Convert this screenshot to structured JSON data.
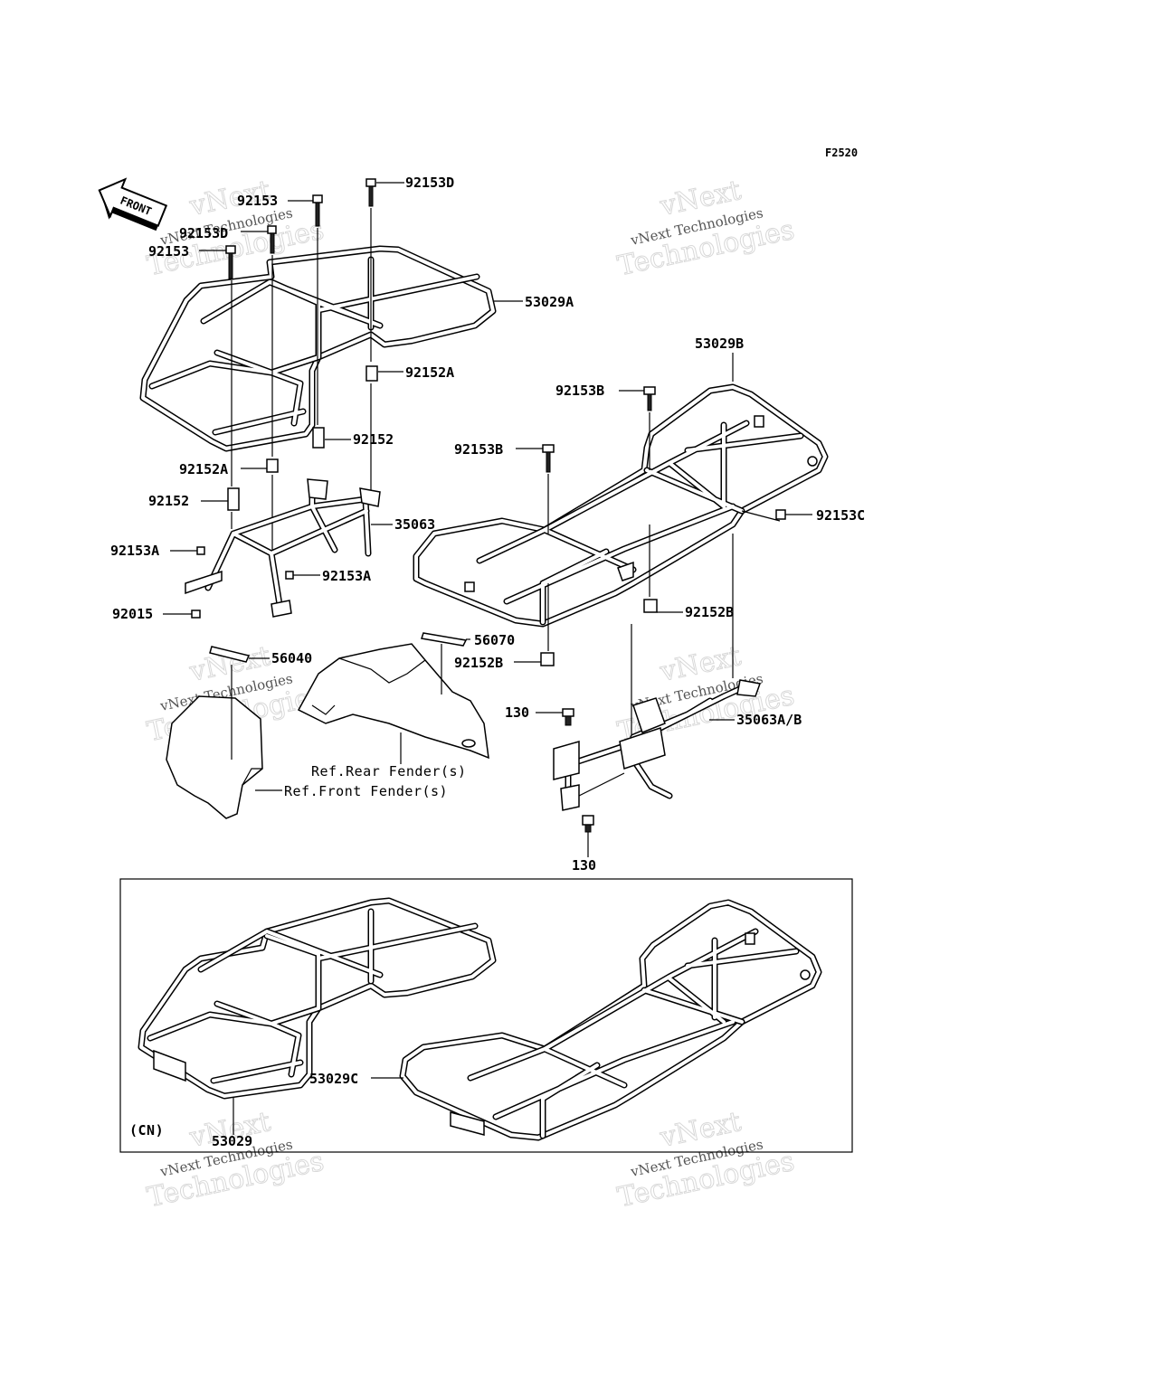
{
  "figure_code": "F2520",
  "front_label": "FRONT",
  "watermark": {
    "line1": "vNext",
    "line2": "vNext Technologies",
    "line3": "Technologies"
  },
  "parts": {
    "p92153D_top": "92153D",
    "p92153_a": "92153",
    "p92153D_b": "92153D",
    "p92153_c": "92153",
    "p53029A": "53029A",
    "p92152A_top": "92152A",
    "p92152_mid": "92152",
    "p92152A_left": "92152A",
    "p92152_left": "92152",
    "p35063": "35063",
    "p92153A_left": "92153A",
    "p92153A_right": "92153A",
    "p92015": "92015",
    "p53029B": "53029B",
    "p92153B_top": "92153B",
    "p92153B_left": "92153B",
    "p92153C": "92153C",
    "p92152B_right": "92152B",
    "p92152B_left": "92152B",
    "p56070": "56070",
    "p56040": "56040",
    "p130_top": "130",
    "p130_bottom": "130",
    "p35063AB": "35063A/B",
    "ref_rear": "Ref.Rear Fender(s)",
    "ref_front": "Ref.Front Fender(s)",
    "p53029C": "53029C",
    "p53029": "53029",
    "cn": "(CN)"
  }
}
